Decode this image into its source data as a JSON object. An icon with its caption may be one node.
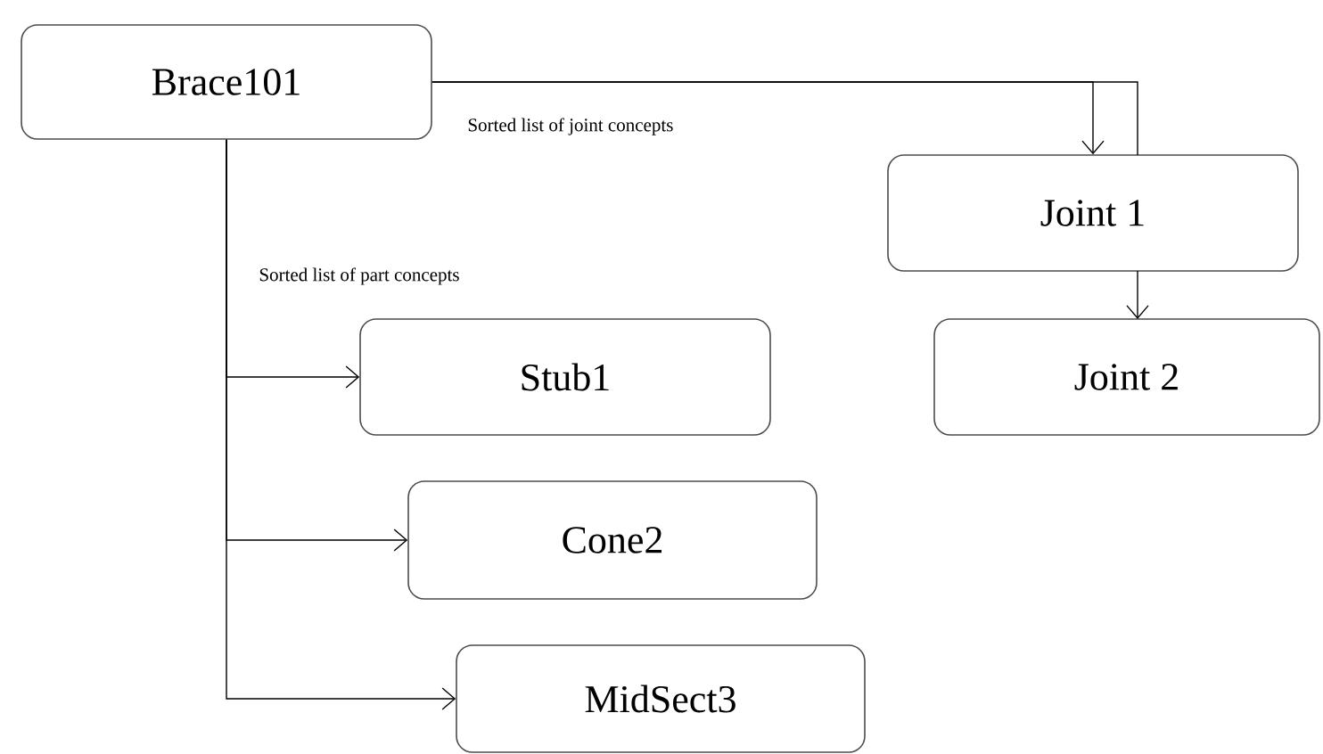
{
  "diagram": {
    "nodes": [
      {
        "text": [
          "Brace101"
        ]
      },
      {
        "text": [
          "Joint 1"
        ]
      },
      {
        "text": [
          "Joint 2"
        ]
      },
      {
        "text": [
          "Stub1"
        ]
      },
      {
        "text": [
          "Cone2"
        ]
      },
      {
        "text": [
          "MidSect3"
        ]
      }
    ],
    "edges": [
      {
        "from": 0,
        "to": 1,
        "arrow": "to"
      },
      {
        "from": 0,
        "to": 1,
        "arrow": "none"
      },
      {
        "from": 1,
        "to": 2,
        "arrow": "to"
      },
      {
        "from": 0,
        "to": 3,
        "arrow": "to"
      },
      {
        "from": 0,
        "to": 4,
        "arrow": "to"
      },
      {
        "from": 0,
        "to": 5,
        "arrow": "to"
      }
    ],
    "labels": [
      "Sorted list of joint concepts",
      "Sorted list of part concepts"
    ]
  }
}
